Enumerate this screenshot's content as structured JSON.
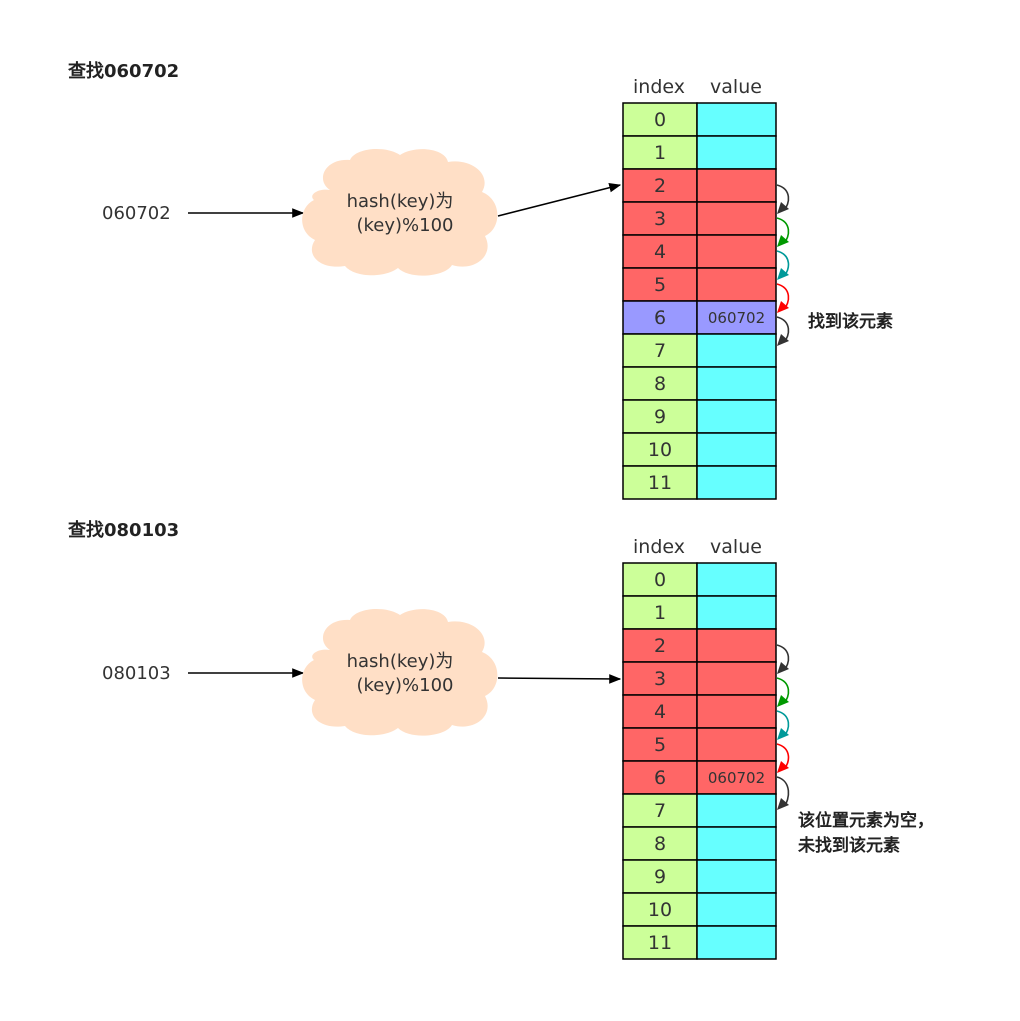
{
  "colors": {
    "empty_index": "#CCFF99",
    "empty_value": "#66FFFF",
    "occupied": "#FF6666",
    "found": "#9999FF",
    "cloud": "#FFDFC6",
    "arrow_colors": [
      "#333333",
      "#009900",
      "#009999",
      "#FF0000",
      "#333333"
    ]
  },
  "panels": [
    {
      "title": "查找060702",
      "input": "060702",
      "cloud_line1": "hash(key)为",
      "cloud_line2": "(key)%100",
      "header_index": "index",
      "header_value": "value",
      "note": "找到该元素",
      "rows": [
        {
          "index": "0",
          "value": "",
          "state": "empty"
        },
        {
          "index": "1",
          "value": "",
          "state": "empty"
        },
        {
          "index": "2",
          "value": "",
          "state": "occupied"
        },
        {
          "index": "3",
          "value": "",
          "state": "occupied"
        },
        {
          "index": "4",
          "value": "",
          "state": "occupied"
        },
        {
          "index": "5",
          "value": "",
          "state": "occupied"
        },
        {
          "index": "6",
          "value": "060702",
          "state": "found"
        },
        {
          "index": "7",
          "value": "",
          "state": "empty"
        },
        {
          "index": "8",
          "value": "",
          "state": "empty"
        },
        {
          "index": "9",
          "value": "",
          "state": "empty"
        },
        {
          "index": "10",
          "value": "",
          "state": "empty"
        },
        {
          "index": "11",
          "value": "",
          "state": "empty"
        }
      ]
    },
    {
      "title": "查找080103",
      "input": "080103",
      "cloud_line1": "hash(key)为",
      "cloud_line2": "(key)%100",
      "header_index": "index",
      "header_value": "value",
      "note_line1": "该位置元素为空，",
      "note_line2": "未找到该元素",
      "rows": [
        {
          "index": "0",
          "value": "",
          "state": "empty"
        },
        {
          "index": "1",
          "value": "",
          "state": "empty"
        },
        {
          "index": "2",
          "value": "",
          "state": "occupied"
        },
        {
          "index": "3",
          "value": "",
          "state": "occupied"
        },
        {
          "index": "4",
          "value": "",
          "state": "occupied"
        },
        {
          "index": "5",
          "value": "",
          "state": "occupied"
        },
        {
          "index": "6",
          "value": "060702",
          "state": "occupied"
        },
        {
          "index": "7",
          "value": "",
          "state": "empty"
        },
        {
          "index": "8",
          "value": "",
          "state": "empty"
        },
        {
          "index": "9",
          "value": "",
          "state": "empty"
        },
        {
          "index": "10",
          "value": "",
          "state": "empty"
        },
        {
          "index": "11",
          "value": "",
          "state": "empty"
        }
      ]
    }
  ]
}
